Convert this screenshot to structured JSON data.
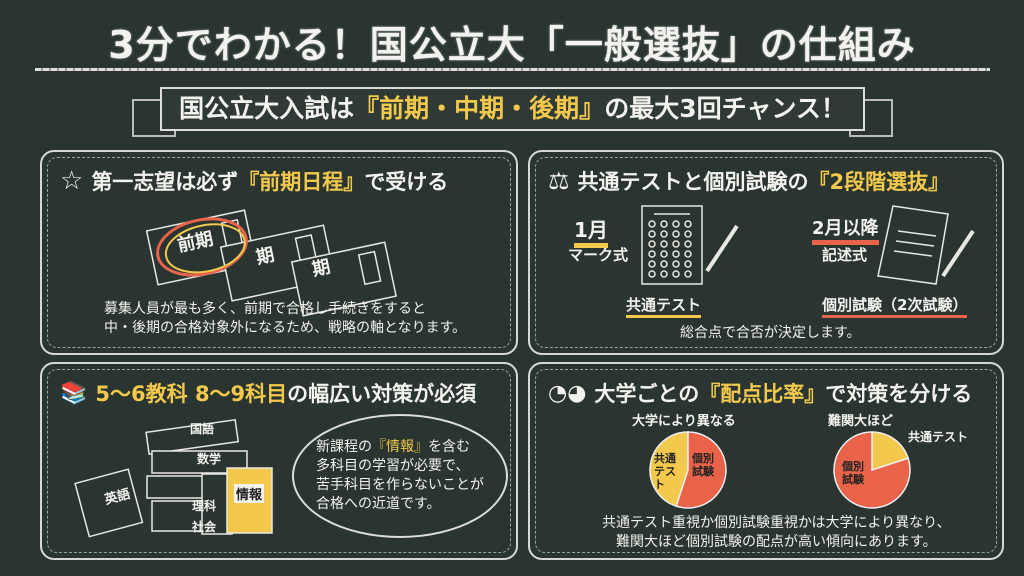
{
  "title": "3分でわかる！国公立大「一般選抜」の仕組み",
  "banner": {
    "pre": "国公立大入試は",
    "highlight": "『前期・中期・後期』",
    "post": "の最大3回チャンス！"
  },
  "colors": {
    "background": "#2a3531",
    "accent_yellow": "#f2c94c",
    "accent_red": "#e8634a",
    "chalk": "#f2f2ee"
  },
  "panel1": {
    "icon": "star-icon",
    "heading_pre": "第一志望は必ず",
    "heading_highlight": "『前期日程』",
    "heading_post": "で受ける",
    "tickets": [
      "前期",
      "期",
      "期"
    ],
    "body": [
      "募集人員が最も多く、前期で合格し手続きをすると",
      "中・後期の合格対象外になるため、戦略の軸となります。"
    ]
  },
  "panel2": {
    "icon": "scale-icon",
    "heading_pre": "共通テストと個別試験の",
    "heading_highlight": "『2段階選抜』",
    "left": {
      "month": "1月",
      "format": "マーク式",
      "name": "共通テスト"
    },
    "right": {
      "month": "2月以降",
      "format": "記述式",
      "name": "個別試験（2次試験）"
    },
    "footer": "総合点で合否が決定します。"
  },
  "panel3": {
    "icon": "books-icon",
    "heading_highlight": "5〜6教科 8〜9科目",
    "heading_post": "の幅広い対策が必須",
    "books": [
      "国語",
      "数学",
      "英語",
      "理科",
      "社会",
      "情報"
    ],
    "bubble_pre": "新課程の",
    "bubble_highlight": "『情報』",
    "bubble_post": "を含む",
    "bubble_lines": [
      "多科目の学習が必要で、",
      "苦手科目を作らないことが",
      "合格への近道です。"
    ]
  },
  "panel4": {
    "icon": "pie-chart-icon",
    "heading_pre": "大学ごとの",
    "heading_highlight": "『配点比率』",
    "heading_post": "で対策を分ける",
    "footer": [
      "共通テスト重視か個別試験重視かは大学により異なり、",
      "難関大ほど個別試験の配点が高い傾向にあります。"
    ]
  },
  "chart_data": [
    {
      "type": "pie",
      "title": "大学により異なる",
      "slices": [
        {
          "label": "共通テスト",
          "value": 45,
          "color": "#f2c94c"
        },
        {
          "label": "個別試験",
          "value": 55,
          "color": "#e8634a"
        }
      ]
    },
    {
      "type": "pie",
      "title": "難関大ほど",
      "slices": [
        {
          "label": "共通テスト",
          "value": 20,
          "color": "#f2c94c"
        },
        {
          "label": "個別試験",
          "value": 80,
          "color": "#e8634a"
        }
      ]
    }
  ]
}
